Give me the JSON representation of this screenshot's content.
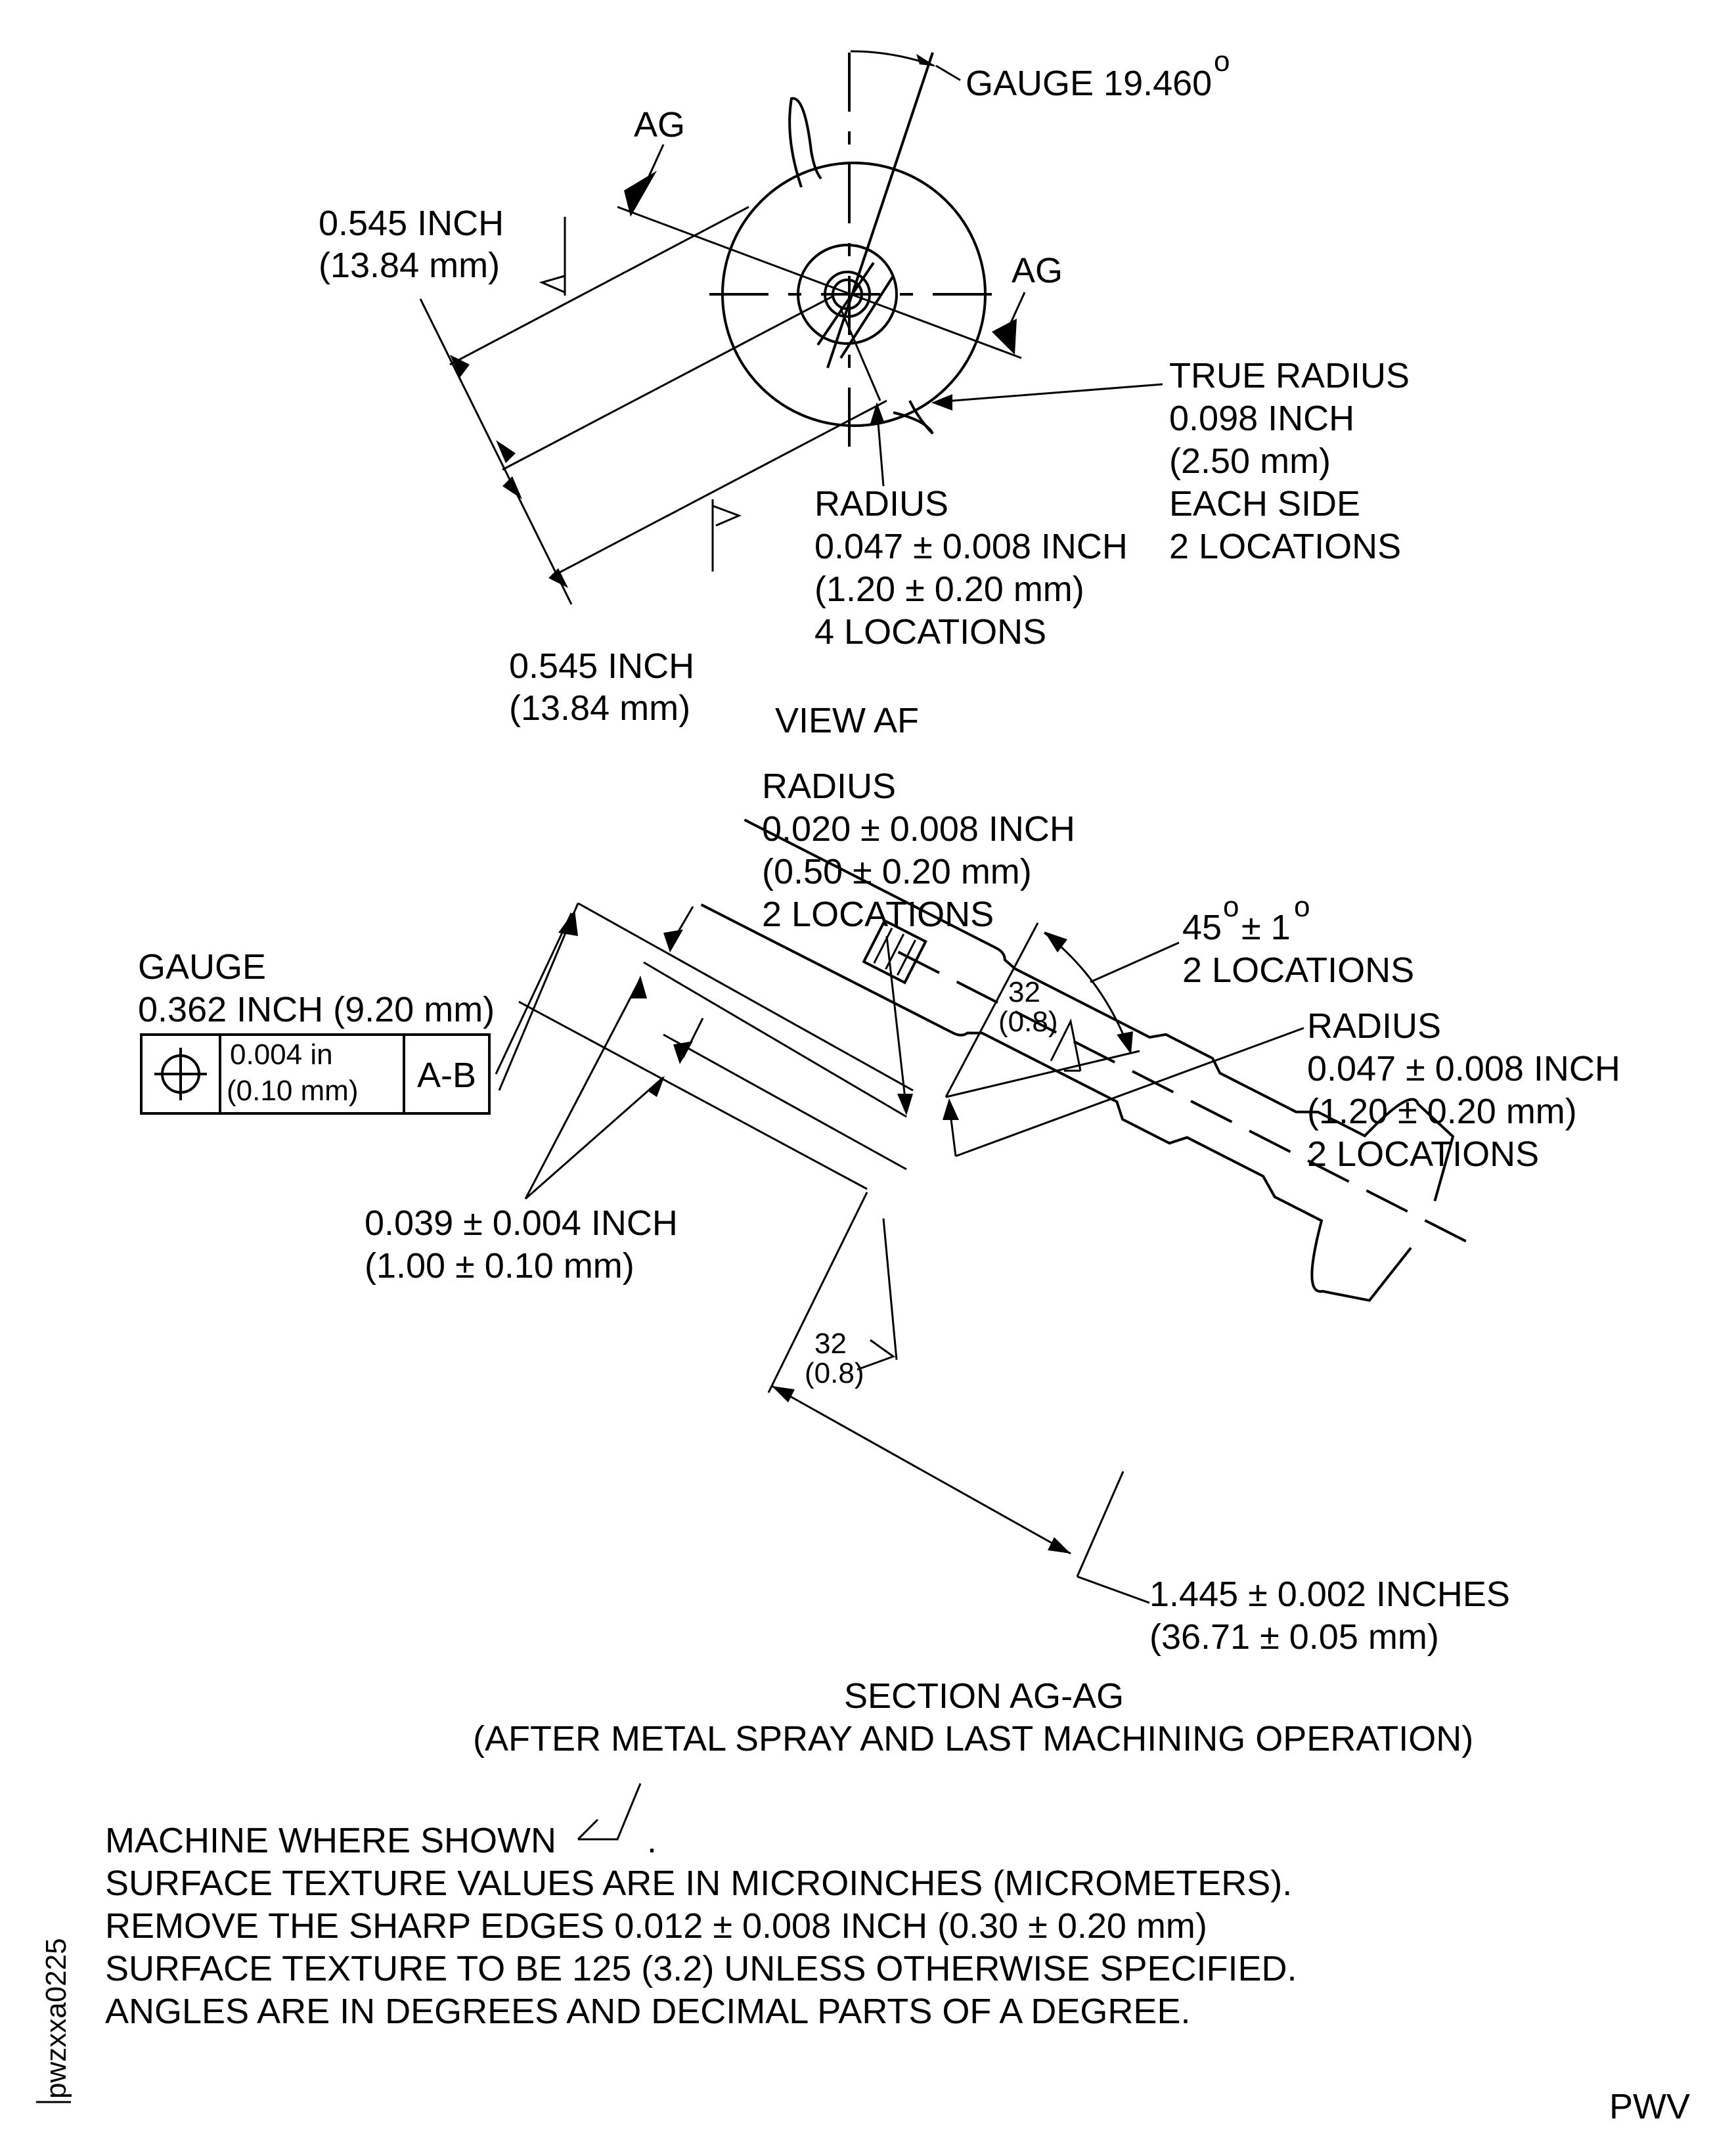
{
  "view_af": {
    "gauge_angle": "GAUGE 19.460",
    "gauge_angle_unit": "o",
    "section_marker": "AG",
    "dim_top": [
      "0.545 INCH",
      "(13.84 mm)"
    ],
    "dim_bottom": [
      "0.545 INCH",
      "(13.84 mm)"
    ],
    "true_radius": [
      "TRUE RADIUS",
      "0.098 INCH",
      "(2.50 mm)",
      "EACH SIDE",
      "2 LOCATIONS"
    ],
    "radius": [
      "RADIUS",
      "0.047 ± 0.008 INCH",
      "(1.20 ± 0.20 mm)",
      "4 LOCATIONS"
    ],
    "title": "VIEW AF"
  },
  "section_ag": {
    "radius_top": [
      "RADIUS",
      "0.020 ± 0.008 INCH",
      "(0.50 ± 0.20 mm)",
      "2 LOCATIONS"
    ],
    "angle": "45",
    "angle_tol": "± 1",
    "deg": "o",
    "angle_locations": "2 LOCATIONS",
    "gauge": [
      "GAUGE",
      "0.362 INCH (9.20 mm)"
    ],
    "fcf": {
      "tolerance": [
        "0.004 in",
        "(0.10 mm)"
      ],
      "datum": "A-B"
    },
    "radius_right": [
      "RADIUS",
      "0.047 ± 0.008 INCH",
      "(1.20 ± 0.20 mm)",
      "2 LOCATIONS"
    ],
    "surface_1": [
      "32",
      "(0.8)"
    ],
    "surface_2": [
      "32",
      "(0.8)"
    ],
    "width": [
      "0.039 ± 0.004 INCH",
      "(1.00 ± 0.10 mm)"
    ],
    "length": [
      "1.445 ± 0.002 INCHES",
      "(36.71 ± 0.05 mm)"
    ],
    "title": [
      "SECTION AG-AG",
      "(AFTER METAL SPRAY AND LAST MACHINING OPERATION)"
    ]
  },
  "notes": [
    "MACHINE WHERE SHOWN",
    "SURFACE TEXTURE VALUES ARE IN MICROINCHES (MICROMETERS).",
    "REMOVE THE SHARP EDGES 0.012 ± 0.008 INCH (0.30 ± 0.20 mm)",
    "SURFACE TEXTURE TO BE 125 (3.2) UNLESS OTHERWISE SPECIFIED.",
    "ANGLES ARE IN DEGREES AND DECIMAL PARTS OF A DEGREE."
  ],
  "note_period": ".",
  "figure_id": "pwzxxa0225",
  "footer_code": "PWV"
}
